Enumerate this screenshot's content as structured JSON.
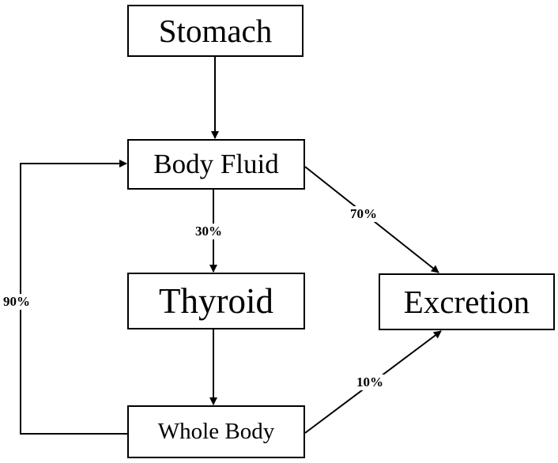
{
  "nodes": {
    "stomach": "Stomach",
    "body_fluid": "Body Fluid",
    "thyroid": "Thyroid",
    "excretion": "Excretion",
    "whole_body": "Whole Body"
  },
  "edges": {
    "body_fluid_to_thyroid": "30%",
    "body_fluid_to_excretion": "70%",
    "whole_body_to_body_fluid": "90%",
    "whole_body_to_excretion": "10%"
  },
  "colors": {
    "stroke": "#000000",
    "background": "#ffffff"
  }
}
